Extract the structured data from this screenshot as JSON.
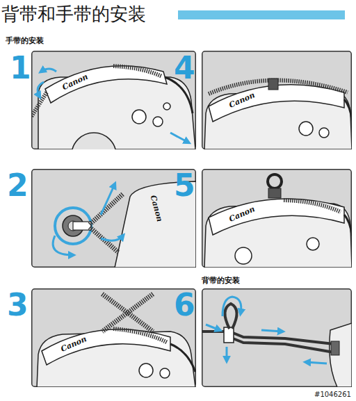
{
  "diagram": {
    "title": "背带和手带的安装",
    "labels": [
      "手带的安装",
      "1",
      "Canon",
      "2",
      "Canon",
      "3",
      "Canon",
      "4",
      "Canon",
      "5",
      "Canon",
      "背带的安装",
      "6",
      "#1046261"
    ]
  }
}
